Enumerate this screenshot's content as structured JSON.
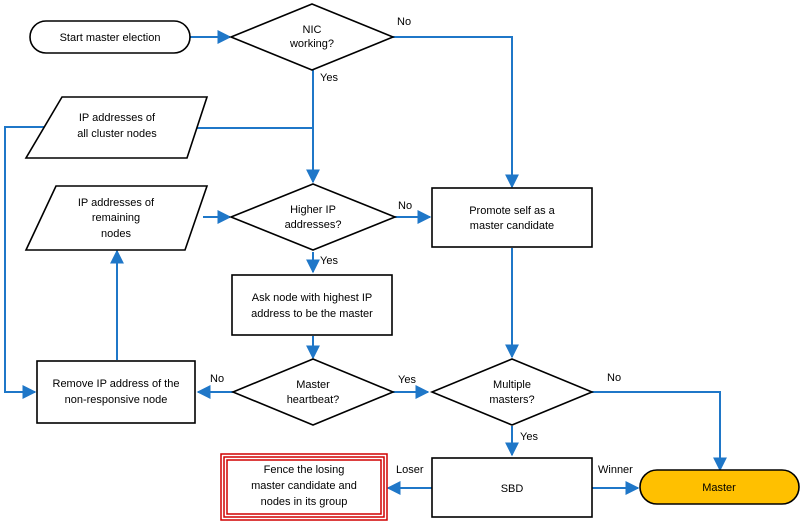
{
  "nodes": {
    "start": [
      "Start master election"
    ],
    "nic": [
      "NIC",
      "working?"
    ],
    "ip_all": [
      "IP addresses of",
      "all cluster nodes"
    ],
    "ip_remaining": [
      "IP addresses of",
      "remaining",
      "nodes"
    ],
    "higher_ip": [
      "Higher IP",
      "addresses?"
    ],
    "promote": [
      "Promote self as a",
      "master candidate"
    ],
    "ask_node": [
      "Ask node with highest IP",
      "address to be the master"
    ],
    "remove_ip": [
      "Remove IP address of the",
      "non-responsive node"
    ],
    "heartbeat": [
      "Master",
      "heartbeat?"
    ],
    "multiple": [
      "Multiple",
      "masters?"
    ],
    "sbd": [
      "SBD"
    ],
    "fence": [
      "Fence the losing",
      "master candidate and",
      "nodes in its group"
    ],
    "master": [
      "Master"
    ]
  },
  "edge_labels": {
    "nic_no": "No",
    "nic_yes": "Yes",
    "higher_no": "No",
    "higher_yes": "Yes",
    "heartbeat_no": "No",
    "heartbeat_yes": "Yes",
    "multiple_no": "No",
    "multiple_yes": "Yes",
    "sbd_loser": "Loser",
    "sbd_winner": "Winner"
  },
  "colors": {
    "connector": "#1f77c8",
    "master_fill": "#ffc000",
    "fence_border": "#d00000"
  }
}
